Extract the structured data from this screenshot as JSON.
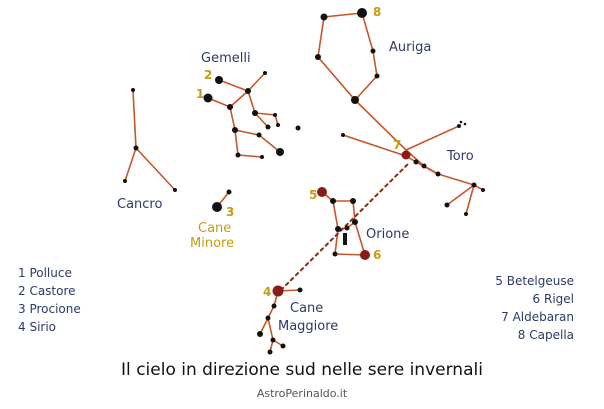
{
  "constellations": {
    "auriga": "Auriga",
    "gemelli": "Gemelli",
    "cancro": "Cancro",
    "cane_minore_1": "Cane",
    "cane_minore_2": "Minore",
    "toro": "Toro",
    "orione": "Orione",
    "cane_maggiore_1": "Cane",
    "cane_maggiore_2": "Maggiore"
  },
  "star_numbers": {
    "n1": "1",
    "n2": "2",
    "n3": "3",
    "n4": "4",
    "n5": "5",
    "n6": "6",
    "n7": "7",
    "n8": "8"
  },
  "legend_left": [
    "1 Polluce",
    "2 Castore",
    "3 Procione",
    "4 Sirio"
  ],
  "legend_right": [
    "5 Betelgeuse",
    "6 Rigel",
    "7 Aldebaran",
    "8 Capella"
  ],
  "caption": "Il cielo in direzione sud nelle sere invernali",
  "credit": "AstroPerinaldo.it",
  "colors": {
    "lines": "#c8552a",
    "stars": "#111111",
    "red_stars": "#8b1a1a",
    "gold": "#c99a12",
    "navy": "#2b3a67",
    "pointer": "#8b2a0e"
  }
}
